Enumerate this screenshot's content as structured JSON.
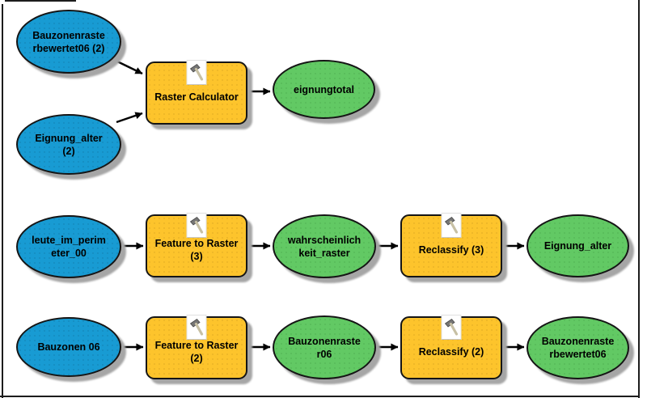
{
  "app": {
    "name": "ModelBuilder diagram"
  },
  "colors": {
    "input_fill": "#189bd3",
    "tool_fill": "#fdc42c",
    "output_fill": "#62c964",
    "node_stroke": "#151515",
    "shadow": "#a6a6a6",
    "arrow": "#000000",
    "background": "#ffffff"
  },
  "diagram": {
    "nodes": [
      {
        "id": "in1",
        "kind": "input",
        "label": "Bauzonenraste\nrbewertet06 (2)"
      },
      {
        "id": "in2",
        "kind": "input",
        "label": "Eignung_alter\n(2)"
      },
      {
        "id": "tool1",
        "kind": "tool",
        "label": "Raster Calculator"
      },
      {
        "id": "out1",
        "kind": "output",
        "label": "eignungtotal"
      },
      {
        "id": "in3",
        "kind": "input",
        "label": "leute_im_perim\neter_00"
      },
      {
        "id": "tool2",
        "kind": "tool",
        "label": "Feature to Raster\n(3)"
      },
      {
        "id": "out2",
        "kind": "output",
        "label": "wahrscheinlich\nkeit_raster"
      },
      {
        "id": "tool3",
        "kind": "tool",
        "label": "Reclassify (3)"
      },
      {
        "id": "out3",
        "kind": "output",
        "label": "Eignung_alter"
      },
      {
        "id": "in4",
        "kind": "input",
        "label": "Bauzonen 06"
      },
      {
        "id": "tool4",
        "kind": "tool",
        "label": "Feature to Raster\n(2)"
      },
      {
        "id": "out4",
        "kind": "output",
        "label": "Bauzonenraste\nr06"
      },
      {
        "id": "tool5",
        "kind": "tool",
        "label": "Reclassify (2)"
      },
      {
        "id": "out5",
        "kind": "output",
        "label": "Bauzonenraste\nrbewertet06"
      }
    ],
    "edges": [
      {
        "from": "in1",
        "to": "tool1"
      },
      {
        "from": "in2",
        "to": "tool1"
      },
      {
        "from": "tool1",
        "to": "out1"
      },
      {
        "from": "in3",
        "to": "tool2"
      },
      {
        "from": "tool2",
        "to": "out2"
      },
      {
        "from": "out2",
        "to": "tool3"
      },
      {
        "from": "tool3",
        "to": "out3"
      },
      {
        "from": "in4",
        "to": "tool4"
      },
      {
        "from": "tool4",
        "to": "out4"
      },
      {
        "from": "out4",
        "to": "tool5"
      },
      {
        "from": "tool5",
        "to": "out5"
      }
    ]
  }
}
